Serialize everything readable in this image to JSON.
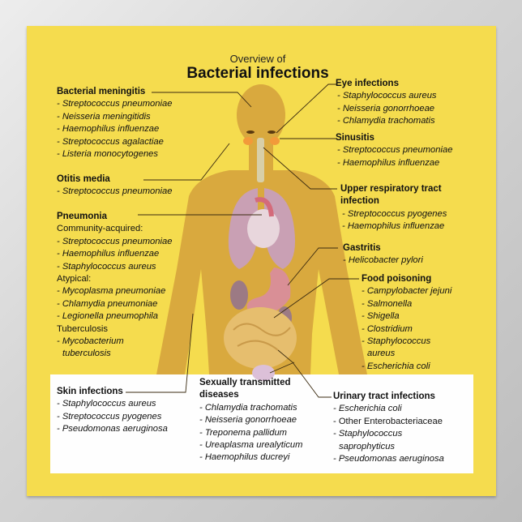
{
  "title": {
    "small": "Overview of",
    "big": "Bacterial infections"
  },
  "colors": {
    "background": "#f5dc4e",
    "body": "#d9a93e",
    "panel": "#fefefe",
    "text": "#111111"
  },
  "sections": {
    "meningitis": {
      "heading": "Bacterial meningitis",
      "items": [
        "- Streptococcus pneumoniae",
        "- Neisseria meningitidis",
        "- Haemophilus influenzae",
        "- Streptococcus agalactiae",
        "- Listeria monocytogenes"
      ]
    },
    "otitis": {
      "heading": "Otitis media",
      "items": [
        "- Streptococcus pneumoniae"
      ]
    },
    "pneumonia": {
      "heading": "Pneumonia",
      "sub1": "Community-acquired:",
      "items1": [
        "- Streptococcus pneumoniae",
        "- Haemophilus influenzae",
        "- Staphylococcus aureus"
      ],
      "sub2": "Atypical:",
      "items2": [
        "- Mycoplasma pneumoniae",
        "- Chlamydia pneumoniae",
        "- Legionella pneumophila"
      ],
      "sub3": "Tuberculosis",
      "items3": [
        "- Mycobacterium",
        "tuberculosis"
      ]
    },
    "eye": {
      "heading": "Eye infections",
      "items": [
        "- Staphylococcus aureus",
        "- Neisseria gonorrhoeae",
        "- Chlamydia trachomatis"
      ]
    },
    "sinusitis": {
      "heading": "Sinusitis",
      "items": [
        "- Streptococcus pneumoniae",
        "- Haemophilus influenzae"
      ]
    },
    "urti": {
      "heading1": "Upper respiratory tract",
      "heading2": "infection",
      "items": [
        "- Streptococcus pyogenes",
        "- Haemophilus influenzae"
      ]
    },
    "gastritis": {
      "heading": "Gastritis",
      "items": [
        "- Helicobacter pylori"
      ]
    },
    "food": {
      "heading": "Food poisoning",
      "items": [
        "- Campylobacter jejuni",
        "- Salmonella",
        "- Shigella",
        "- Clostridium",
        "- Staphylococcus",
        "aureus",
        "- Escherichia coli"
      ]
    },
    "skin": {
      "heading": "Skin infections",
      "items": [
        "- Staphylococcus aureus",
        "- Streptococcus pyogenes",
        "- Pseudomonas aeruginosa"
      ]
    },
    "std": {
      "heading1": "Sexually transmitted",
      "heading2": "diseases",
      "items": [
        "- Chlamydia trachomatis",
        "- Neisseria gonorrhoeae",
        "- Treponema pallidum",
        "- Ureaplasma urealyticum",
        "- Haemophilus ducreyi"
      ]
    },
    "uti": {
      "heading": "Urinary tract infections",
      "items": [
        "- Escherichia coli",
        "- Other Enterobacteriaceae",
        "- Staphylococcus",
        "saprophyticus",
        "- Pseudomonas aeruginosa"
      ]
    }
  }
}
